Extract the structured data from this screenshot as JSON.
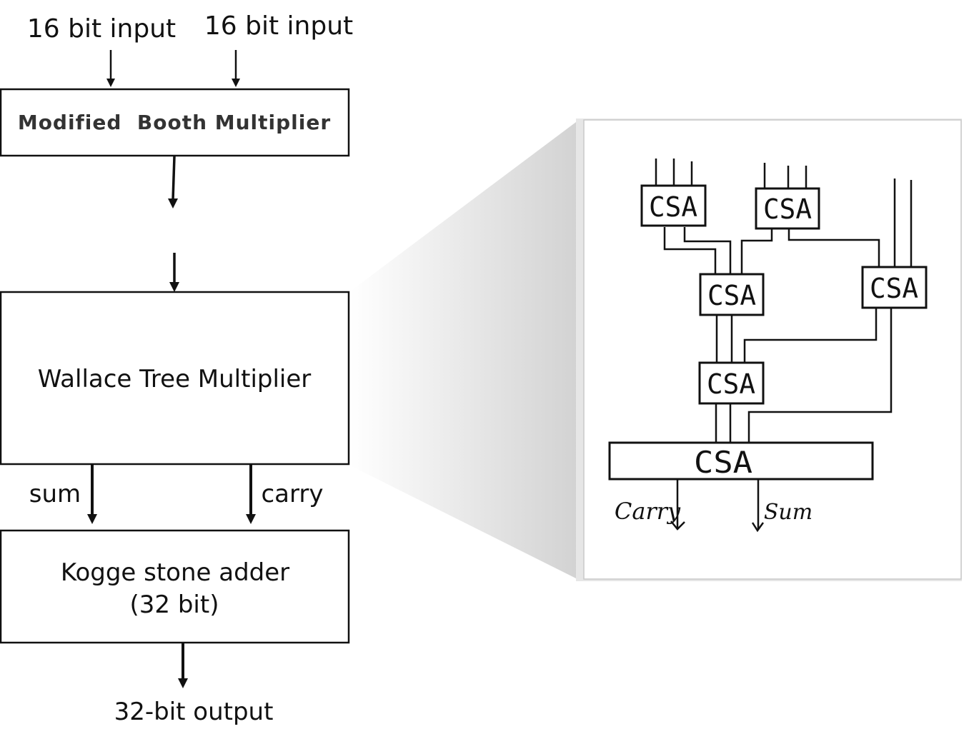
{
  "inputs": {
    "left_label": "16 bit input",
    "right_label": "16 bit input"
  },
  "booth": {
    "label": "Modified  Booth Multiplier"
  },
  "wallace": {
    "label": "Wallace Tree Multiplier"
  },
  "signals": {
    "sum": "sum",
    "carry": "carry"
  },
  "kogge": {
    "line1": "Kogge stone adder",
    "line2": "(32 bit)"
  },
  "output": {
    "label": "32-bit output"
  },
  "zoom": {
    "csa_label": "CSA",
    "out_carry": "Carry",
    "out_sum": "Sum"
  }
}
